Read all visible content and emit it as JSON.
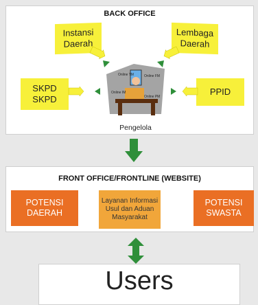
{
  "back_office": {
    "title": "BACK OFFICE",
    "instansi": "Instansi\nDaerah",
    "lembaga": "Lembaga\nDaerah",
    "skpd": "SKPD\nSKPD",
    "ppid": "PPID",
    "pengelola": "Pengelola",
    "monitor_text": [
      "Online TM",
      "Online FM",
      "Online IM",
      "Online PM"
    ]
  },
  "front_office": {
    "title": "FRONT OFFICE/FRONTLINE (WEBSITE)",
    "potensi_daerah": "POTENSI\nDAERAH",
    "layanan": "Layanan Informasi\nUsul dan Aduan\nMasyarakat",
    "potensi_swasta": "POTENSI\nSWASTA"
  },
  "users": {
    "label": "Users"
  },
  "colors": {
    "yellow": "#f7f03a",
    "orange": "#ea6f24",
    "light_orange": "#f1a63a",
    "green": "#2f8f3a"
  }
}
